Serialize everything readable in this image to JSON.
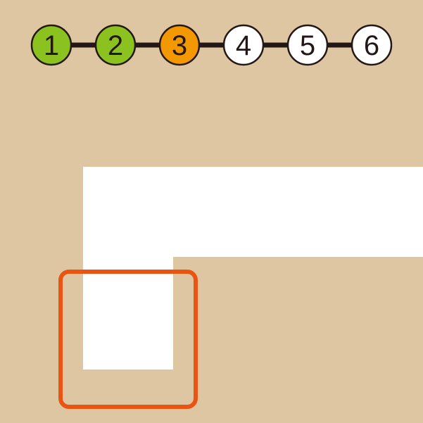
{
  "colors": {
    "background": "#dfc6a2",
    "connector": "#231815",
    "step_done": "#8cc21f",
    "step_current": "#f39800",
    "step_pending": "#ffffff",
    "step_outline": "#231815",
    "path": "#ffffff",
    "highlight": "#ea5413"
  },
  "progress": {
    "current_step": 3,
    "steps": [
      {
        "label": "1",
        "state": "done"
      },
      {
        "label": "2",
        "state": "done"
      },
      {
        "label": "3",
        "state": "current"
      },
      {
        "label": "4",
        "state": "pending"
      },
      {
        "label": "5",
        "state": "pending"
      },
      {
        "label": "6",
        "state": "pending"
      }
    ]
  }
}
